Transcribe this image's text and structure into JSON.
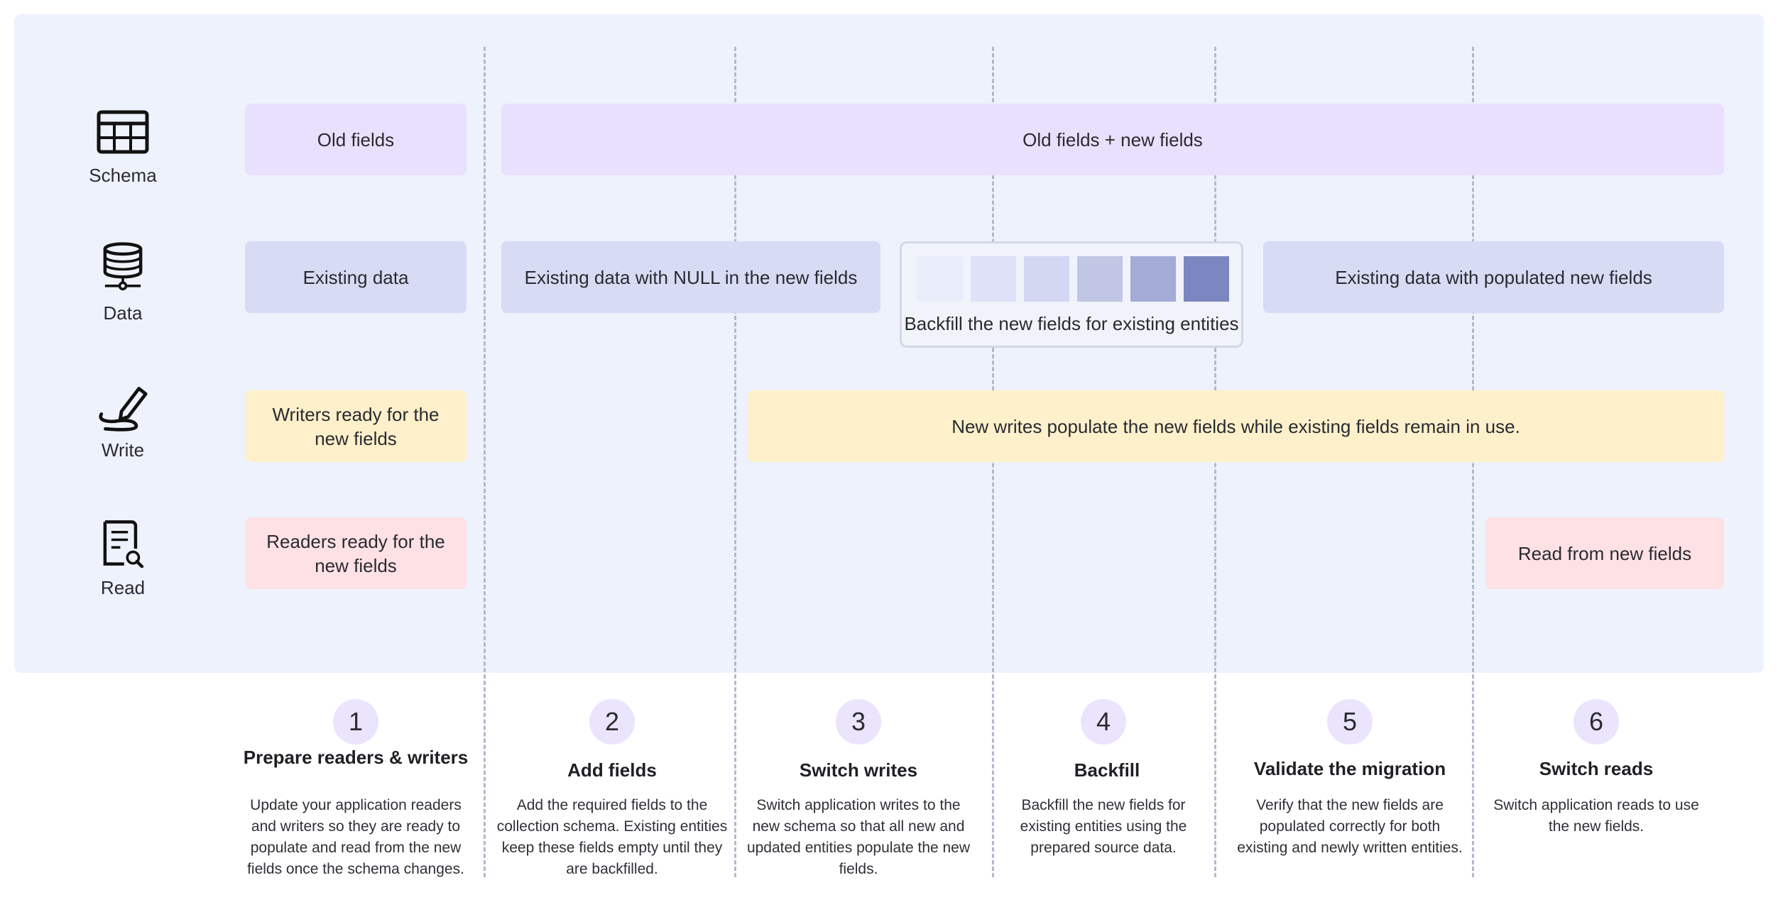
{
  "colors": {
    "panel_bg": "#eef2fc",
    "schema_fill": "#e9e0fd",
    "data_fill": "#d7dbf4",
    "write_fill": "#fdf0cb",
    "read_fill": "#fde1e5",
    "step_circle": "#ebe4fd",
    "divider": "#b3b9cb"
  },
  "rows": [
    {
      "label": "Schema",
      "icon": "table-icon"
    },
    {
      "label": "Data",
      "icon": "database-icon"
    },
    {
      "label": "Write",
      "icon": "pen-icon"
    },
    {
      "label": "Read",
      "icon": "document-search-icon"
    }
  ],
  "lanes": {
    "schema": [
      "Old fields",
      "Old fields + new fields"
    ],
    "data": [
      "Existing data",
      "Existing data with NULL in the new fields",
      "Existing data with populated new fields"
    ],
    "write": [
      "Writers ready for the new fields",
      "New writes populate the new fields while existing fields remain in use."
    ],
    "read": [
      "Readers ready for the new fields",
      "Read from new fields"
    ]
  },
  "backfill": {
    "label": "Backfill the new fields for existing entities",
    "swatch_colors": [
      "#e9ecf9",
      "#dee1f7",
      "#d3d7f2",
      "#c1c6e4",
      "#a3abd6",
      "#7c86c0"
    ]
  },
  "steps": [
    {
      "num": "1",
      "title": "Prepare readers & writers",
      "desc": "Update your application readers and writers so they are ready to populate and read from the new fields once the schema changes."
    },
    {
      "num": "2",
      "title": "Add fields",
      "desc": "Add the required fields to the collection schema. Existing entities keep these fields empty until they are backfilled."
    },
    {
      "num": "3",
      "title": "Switch writes",
      "desc": "Switch application writes to the new schema so that all new and updated entities populate the new fields."
    },
    {
      "num": "4",
      "title": "Backfill",
      "desc": "Backfill the new fields for existing entities using the prepared source data."
    },
    {
      "num": "5",
      "title": "Validate the migration",
      "desc": "Verify that the new fields are populated correctly for both existing and newly written entities."
    },
    {
      "num": "6",
      "title": "Switch reads",
      "desc": "Switch application reads to use the new fields."
    }
  ]
}
